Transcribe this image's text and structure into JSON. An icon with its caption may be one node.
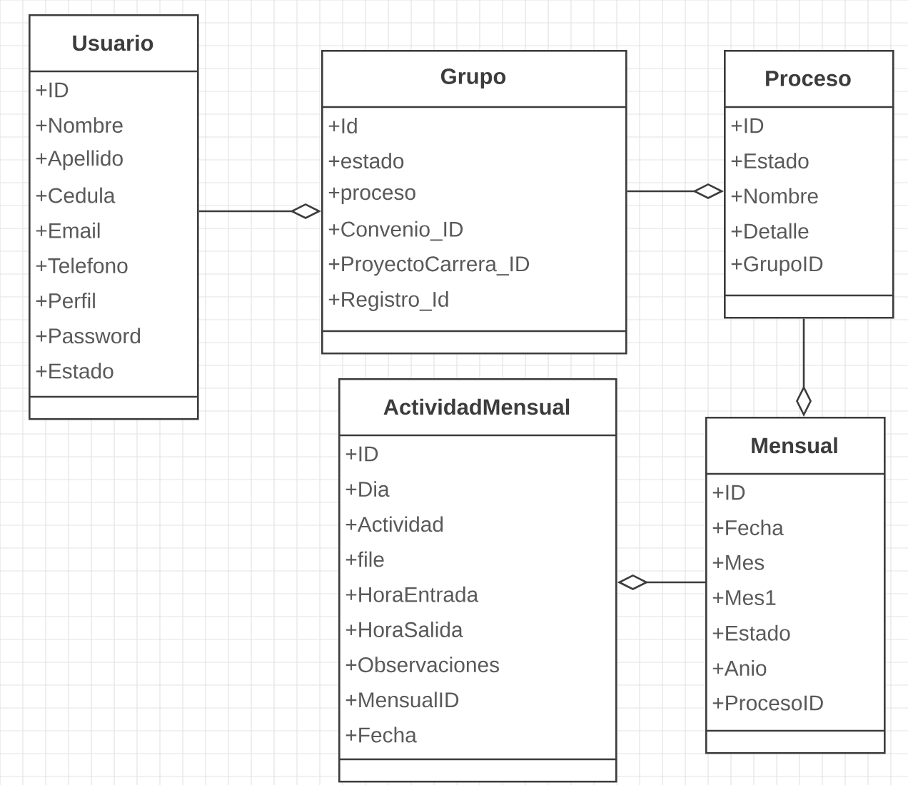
{
  "diagram": {
    "nodes": [
      {
        "text": [
          "Usuario",
          "+ID",
          "+Nombre",
          "+Apellido",
          "+Cedula",
          "+Email",
          "+Telefono",
          "+Perfil",
          "+Password",
          "+Estado"
        ]
      },
      {
        "text": [
          "Grupo",
          "+Id",
          "+estado",
          "+proceso",
          "+Convenio_ID",
          "+ProyectoCarrera_ID",
          "+Registro_Id"
        ]
      },
      {
        "text": [
          "Proceso",
          "+ID",
          "+Estado",
          "+Nombre",
          "+Detalle",
          "+GrupoID"
        ]
      },
      {
        "text": [
          "ActividadMensual",
          "+ID",
          "+Dia",
          "+Actividad",
          "+file",
          "+HoraEntrada",
          "+HoraSalida",
          "+Observaciones",
          "+MensualID",
          "+Fecha"
        ]
      },
      {
        "text": [
          "Mensual",
          "+ID",
          "+Fecha",
          "+Mes",
          "+Mes1",
          "+Estado",
          "+Anio",
          "+ProcesoID"
        ]
      }
    ],
    "edges": [
      {
        "from": 0,
        "to": 1,
        "arrow": "other"
      },
      {
        "from": 1,
        "to": 2,
        "arrow": "other"
      },
      {
        "from": 2,
        "to": 4,
        "arrow": "other"
      },
      {
        "from": 4,
        "to": 3,
        "arrow": "other"
      }
    ]
  }
}
